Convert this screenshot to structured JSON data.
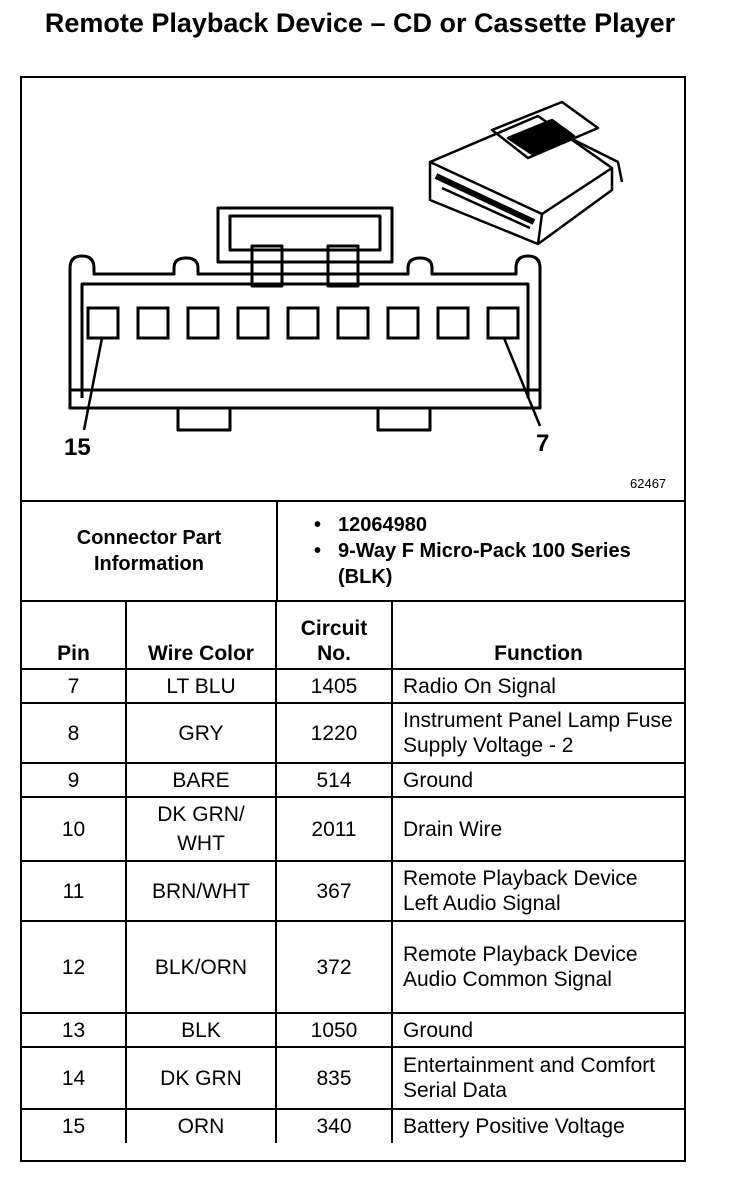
{
  "title": "Remote Playback Device – CD or Cassette Player",
  "diagram": {
    "left_pin_label": "15",
    "right_pin_label": "7",
    "figure_id": "62467"
  },
  "connector_info": {
    "heading": "Connector Part Information",
    "items": [
      "12064980",
      "9-Way F Micro-Pack 100 Series (BLK)"
    ]
  },
  "table": {
    "headers": {
      "pin": "Pin",
      "wire_color": "Wire Color",
      "circuit": "Circuit No.",
      "function": "Function"
    },
    "rows": [
      {
        "pin": "7",
        "color": "LT BLU",
        "circuit": "1405",
        "function": "Radio On Signal"
      },
      {
        "pin": "8",
        "color": "GRY",
        "circuit": "1220",
        "function": "Instrument Panel Lamp Fuse Supply Voltage - 2"
      },
      {
        "pin": "9",
        "color": "BARE",
        "circuit": "514",
        "function": "Ground"
      },
      {
        "pin": "10",
        "color": "DK GRN/ WHT",
        "circuit": "2011",
        "function": "Drain Wire"
      },
      {
        "pin": "11",
        "color": "BRN/WHT",
        "circuit": "367",
        "function": "Remote Playback Device Left Audio Signal"
      },
      {
        "pin": "12",
        "color": "BLK/ORN",
        "circuit": "372",
        "function": "Remote Playback Device Audio Common Signal"
      },
      {
        "pin": "13",
        "color": "BLK",
        "circuit": "1050",
        "function": "Ground"
      },
      {
        "pin": "14",
        "color": "DK GRN",
        "circuit": "835",
        "function": "Entertainment and Comfort Serial Data"
      },
      {
        "pin": "15",
        "color": "ORN",
        "circuit": "340",
        "function": "Battery Positive Voltage"
      }
    ]
  }
}
